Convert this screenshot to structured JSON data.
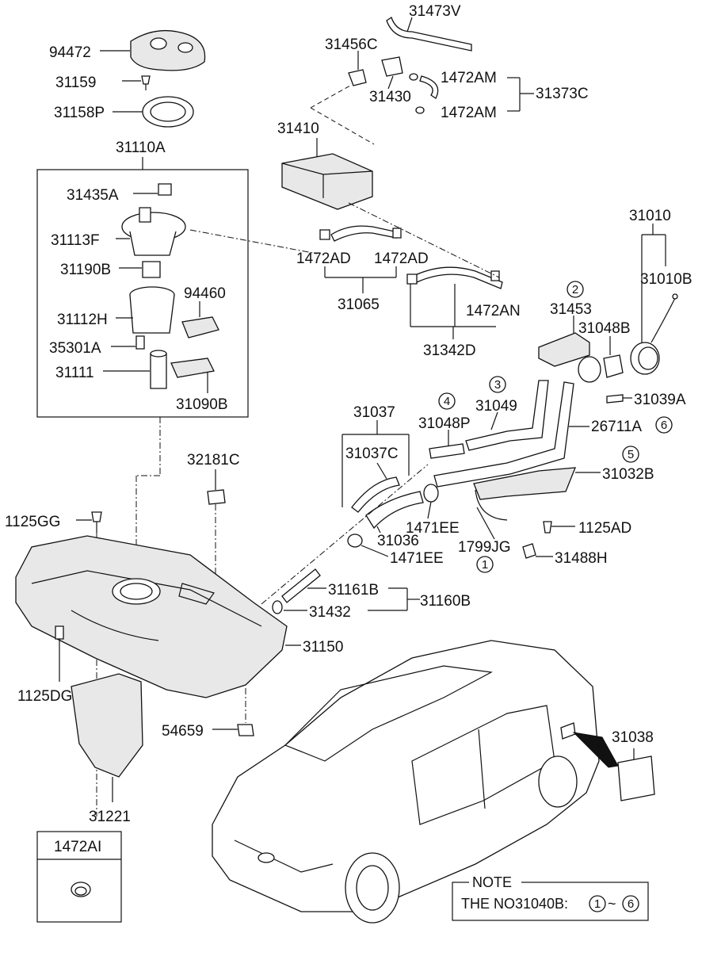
{
  "labels": {
    "p94472": "94472",
    "p31159": "31159",
    "p31158P": "31158P",
    "p31110A": "31110A",
    "p31435A": "31435A",
    "p31113F": "31113F",
    "p31190B": "31190B",
    "p94460": "94460",
    "p31112H": "31112H",
    "p35301A": "35301A",
    "p31111": "31111",
    "p31090B": "31090B",
    "p31473V": "31473V",
    "p31456C": "31456C",
    "p31430": "31430",
    "p1472AM_1": "1472AM",
    "p1472AM_2": "1472AM",
    "p31373C": "31373C",
    "p31410": "31410",
    "p1472AD_1": "1472AD",
    "p1472AD_2": "1472AD",
    "p31065": "31065",
    "p1472AN": "1472AN",
    "p31342D": "31342D",
    "p31010": "31010",
    "p31010B": "31010B",
    "p31453": "31453",
    "p31048B": "31048B",
    "p31039A": "31039A",
    "p31037": "31037",
    "p31048P": "31048P",
    "p31049": "31049",
    "p26711A": "26711A",
    "p31037C": "31037C",
    "p31032B": "31032B",
    "p32181C": "32181C",
    "p1125GG": "1125GG",
    "p1471EE_1": "1471EE",
    "p31036": "31036",
    "p1471EE_2": "1471EE",
    "p1125AD": "1125AD",
    "p1799JG": "1799JG",
    "p31488H": "31488H",
    "p31161B": "31161B",
    "p31160B": "31160B",
    "p31432": "31432",
    "p31150": "31150",
    "p1125DG": "1125DG",
    "p54659": "54659",
    "p31038": "31038",
    "p31221": "31221",
    "p1472AI": "1472AI"
  },
  "circled": {
    "c1": "1",
    "c2": "2",
    "c3": "3",
    "c4": "4",
    "c5": "5",
    "c6": "6"
  },
  "note": {
    "title": "NOTE",
    "prefix": "THE NO31040B:",
    "from": "1",
    "tilde": "~",
    "to": "6"
  }
}
